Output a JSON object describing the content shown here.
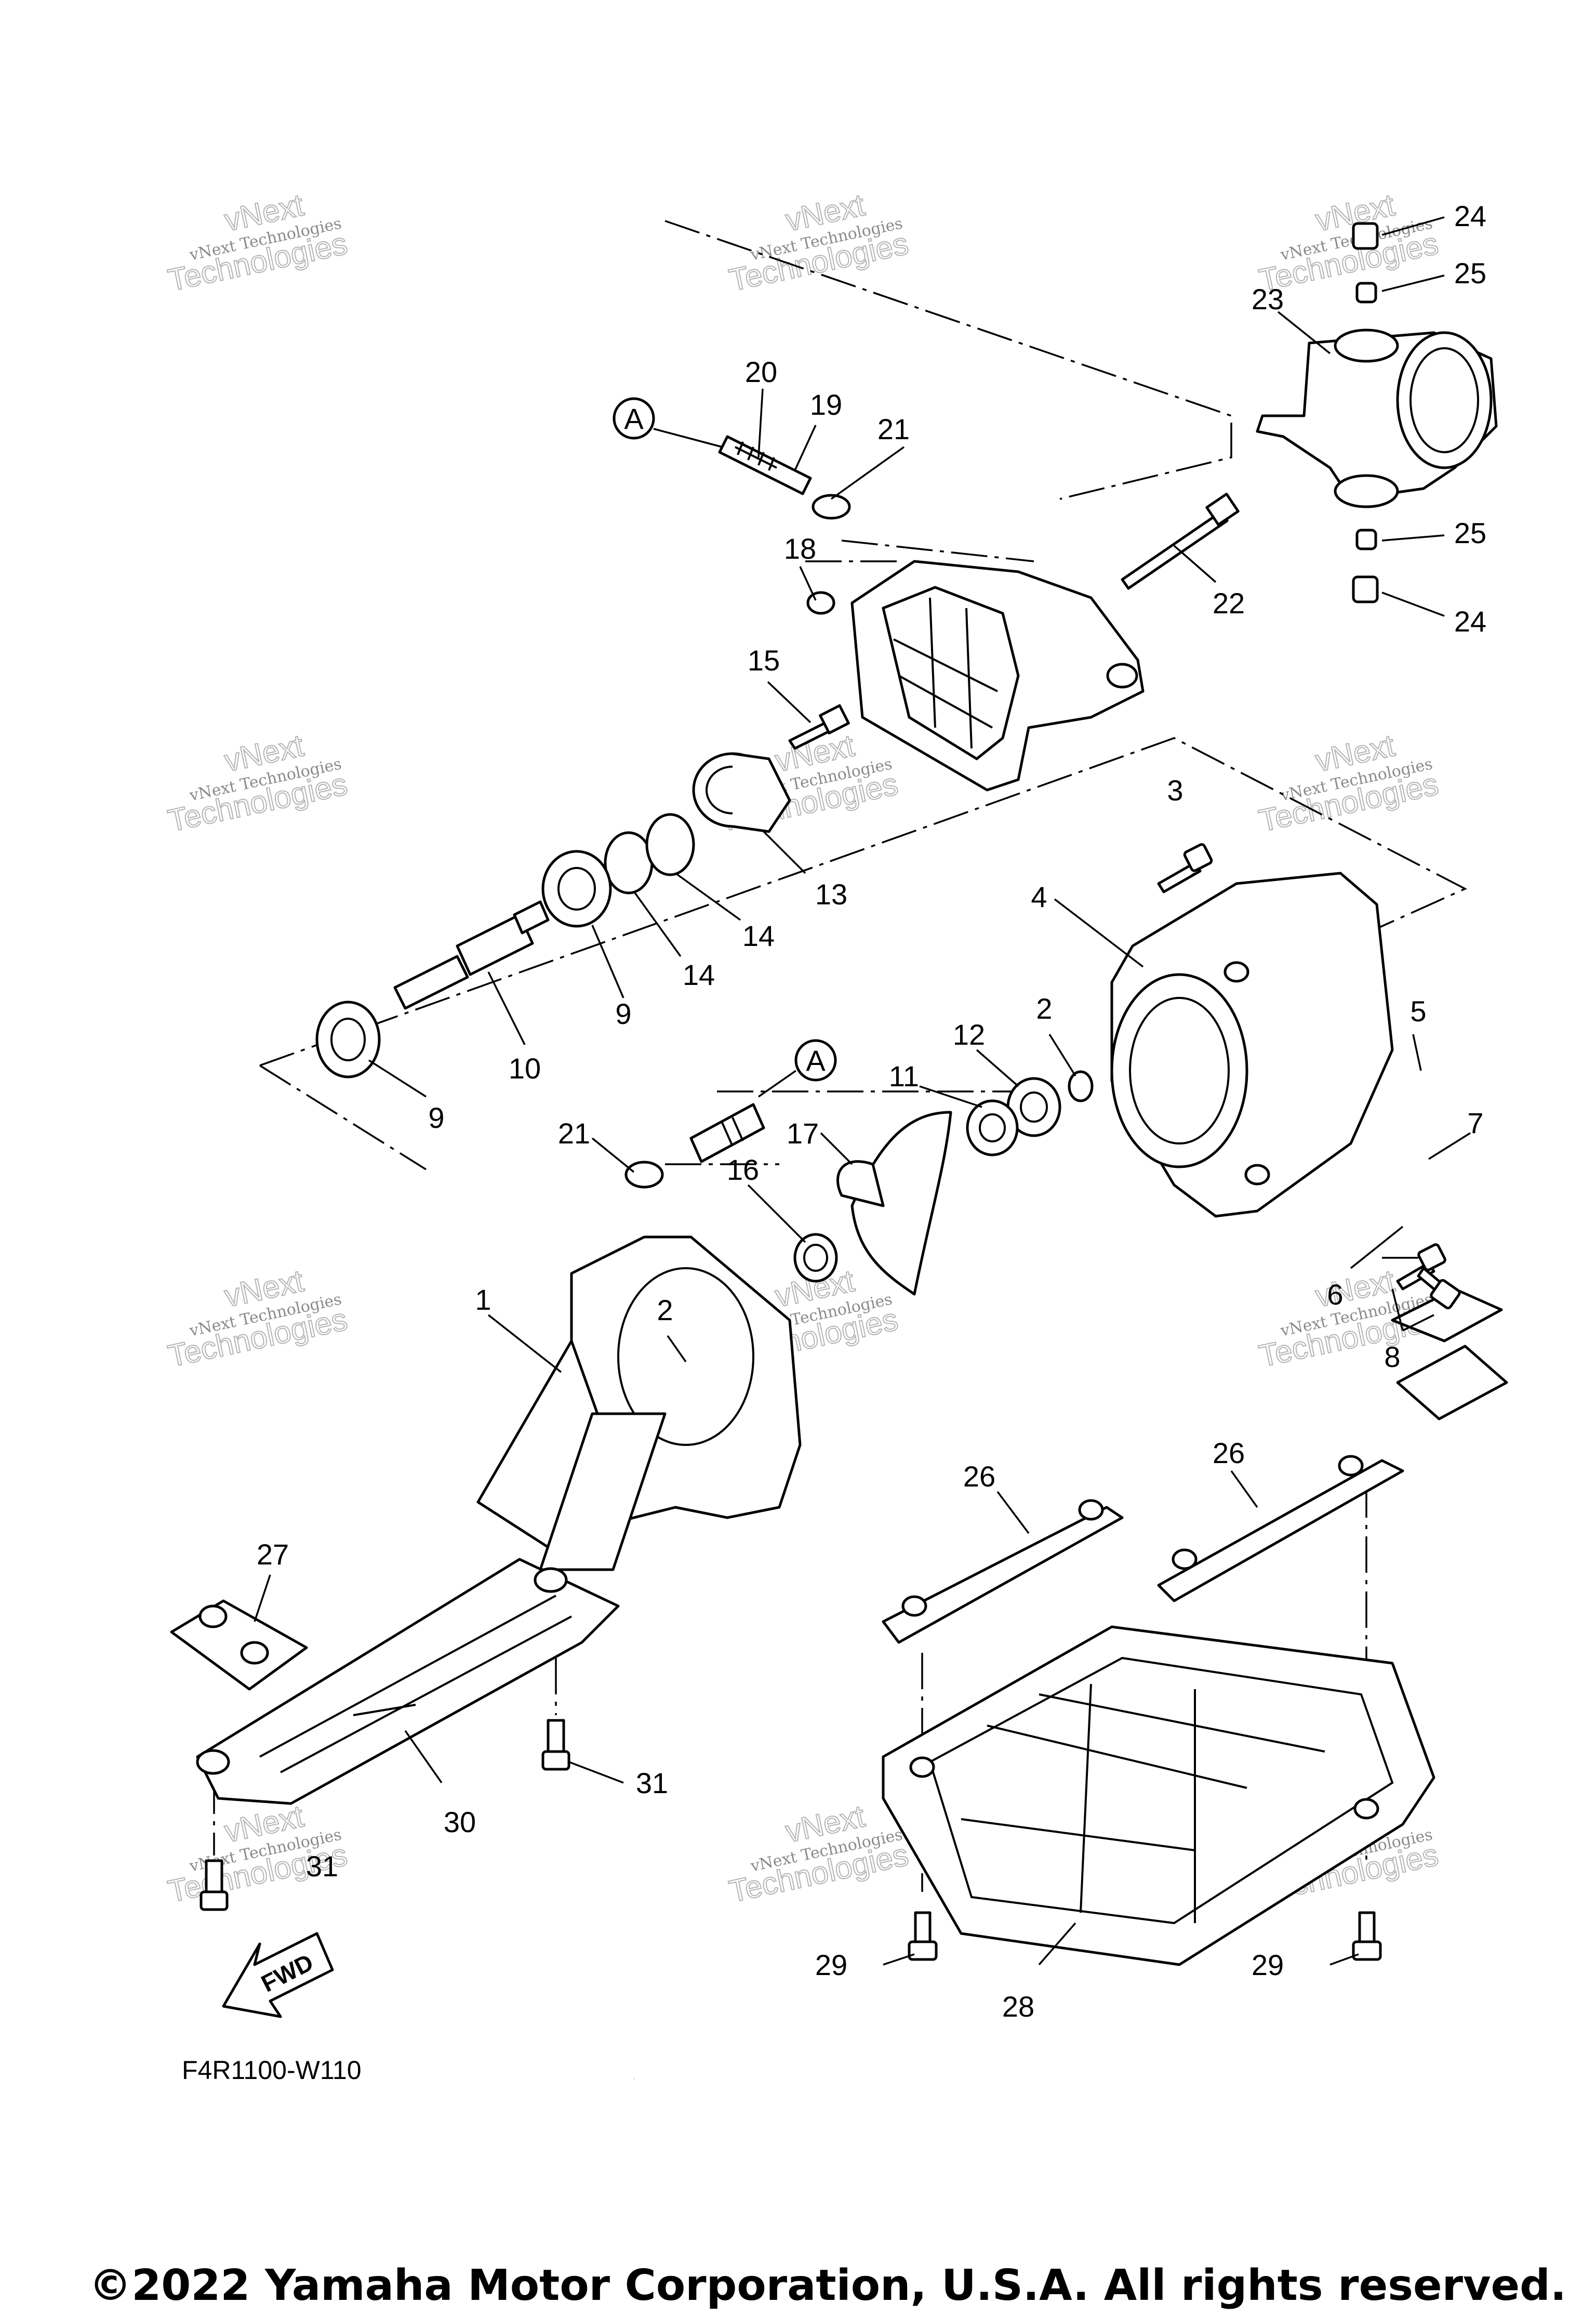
{
  "diagram_code": "F4R1100-W110",
  "copyright": "©2022 Yamaha Motor Corporation, U.S.A. All rights reserved.",
  "watermark": {
    "line1": "vNext Technologies",
    "line2": "vNext",
    "line3": "Technologies"
  },
  "fwd_label": "FWD",
  "reference_marker": "A",
  "callouts": [
    "1",
    "2",
    "2",
    "3",
    "4",
    "5",
    "6",
    "7",
    "8",
    "9",
    "9",
    "10",
    "11",
    "12",
    "13",
    "14",
    "14",
    "15",
    "16",
    "17",
    "18",
    "19",
    "20",
    "21",
    "21",
    "22",
    "23",
    "24",
    "24",
    "25",
    "25",
    "26",
    "26",
    "27",
    "28",
    "29",
    "29",
    "30",
    "31",
    "31"
  ]
}
